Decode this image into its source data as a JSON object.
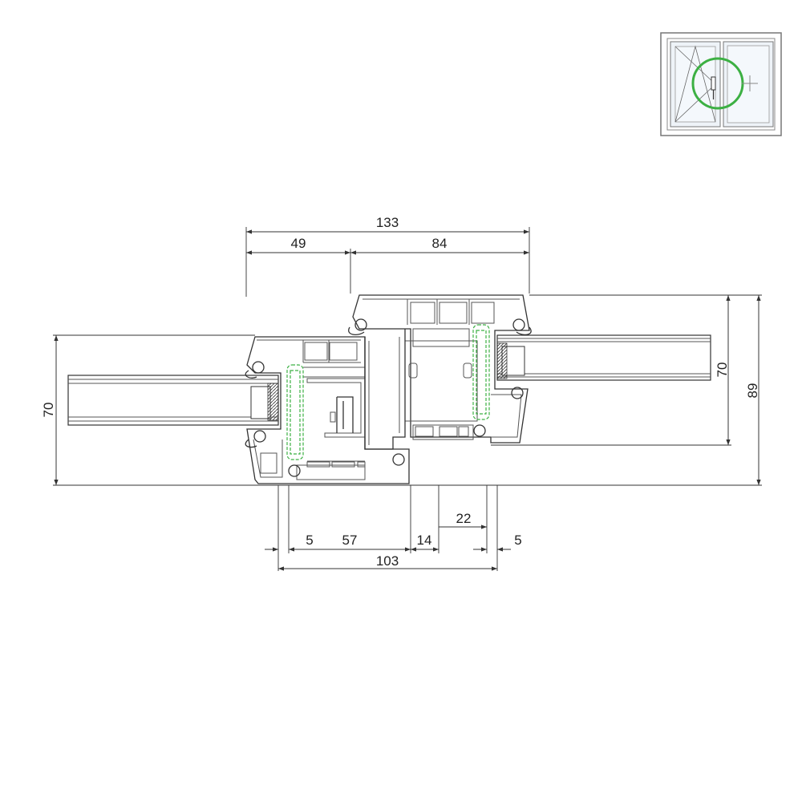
{
  "diagram": {
    "type": "window-mullion-cross-section",
    "accent_colors": {
      "highlight": "#3cb043",
      "line": "#333333",
      "glass": "#ffffff"
    },
    "dimensions": {
      "top_total": "133",
      "top_left": "49",
      "top_right": "84",
      "left_height": "70",
      "right_inner_height": "70",
      "right_total_height": "89",
      "bottom_a": "5",
      "bottom_b": "57",
      "bottom_c": "14",
      "bottom_d": "22",
      "bottom_e": "5",
      "bottom_total": "103"
    },
    "thumbnail": {
      "icons": [
        "window-sash-icon",
        "tilt-turn-lines-icon",
        "handle-icon",
        "highlight-circle-icon",
        "crosshair-icon"
      ]
    }
  }
}
